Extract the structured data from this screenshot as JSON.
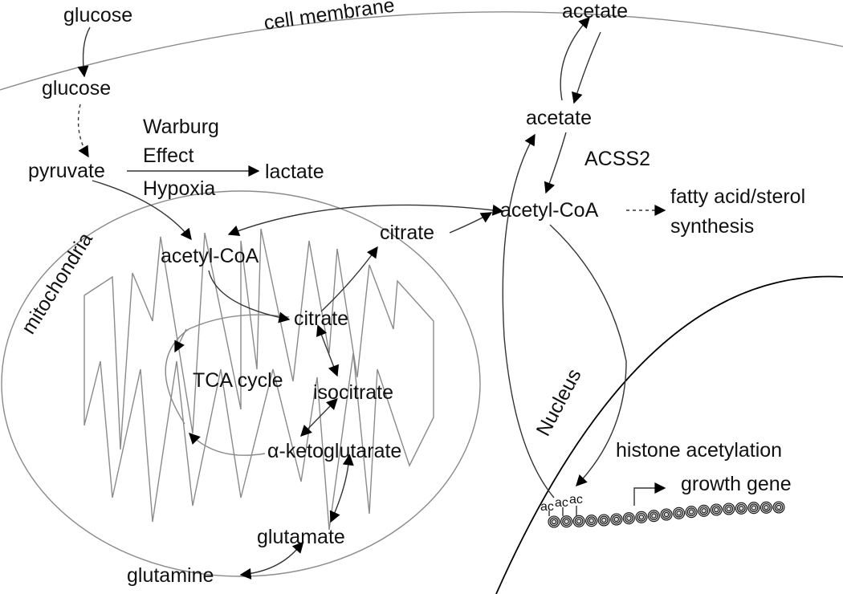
{
  "labels": {
    "glucose_out": "glucose",
    "cell_membrane": "cell membrane",
    "acetate_out": "acetate",
    "glucose_in": "glucose",
    "acetate_in": "acetate",
    "warburg_line1": "Warburg",
    "warburg_line2": "Effect",
    "hypoxia": "Hypoxia",
    "pyruvate": "pyruvate",
    "lactate": "lactate",
    "acss2": "ACSS2",
    "acetyl_coa_cyto": "acetyl-CoA",
    "fatty_acid_line1": "fatty acid/sterol",
    "fatty_acid_line2": "synthesis",
    "citrate_cyto": "citrate",
    "mitochondria": "mitochondria",
    "acetyl_coa_mito": "acetyl-CoA",
    "citrate_mito": "citrate",
    "tca_cycle": "TCA cycle",
    "isocitrate": "isocitrate",
    "akg": "α-ketoglutarate",
    "glutamate": "glutamate",
    "glutamine": "glutamine",
    "nucleus": "Nucleus",
    "histone_acetylation": "histone acetylation",
    "growth_gene": "growth gene",
    "ac1": "ac",
    "ac2": "ac",
    "ac3": "ac"
  }
}
